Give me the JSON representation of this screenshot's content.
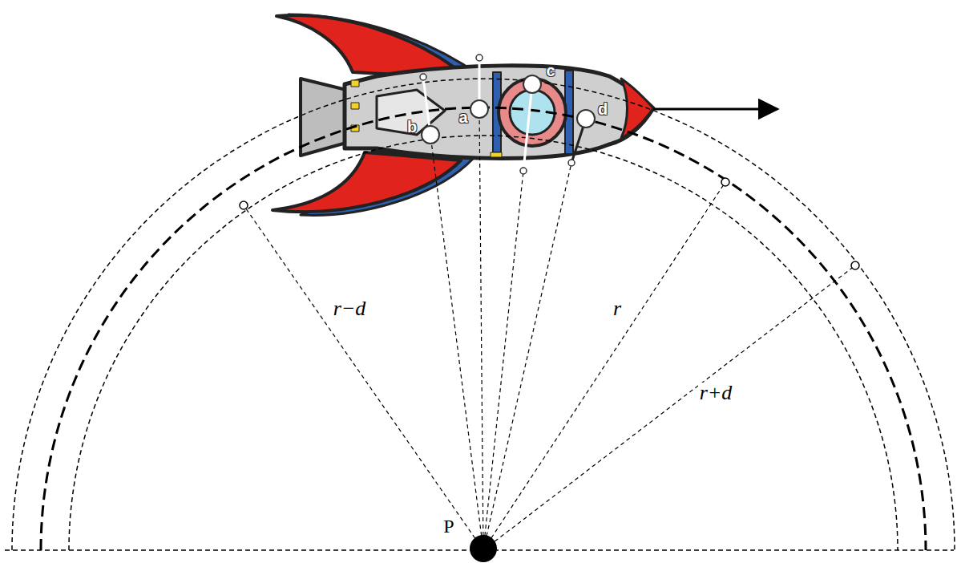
{
  "diagram": {
    "labels": [
      "b",
      "a",
      "c",
      "d",
      "r−d",
      "r",
      "r+d",
      "P"
    ]
  }
}
